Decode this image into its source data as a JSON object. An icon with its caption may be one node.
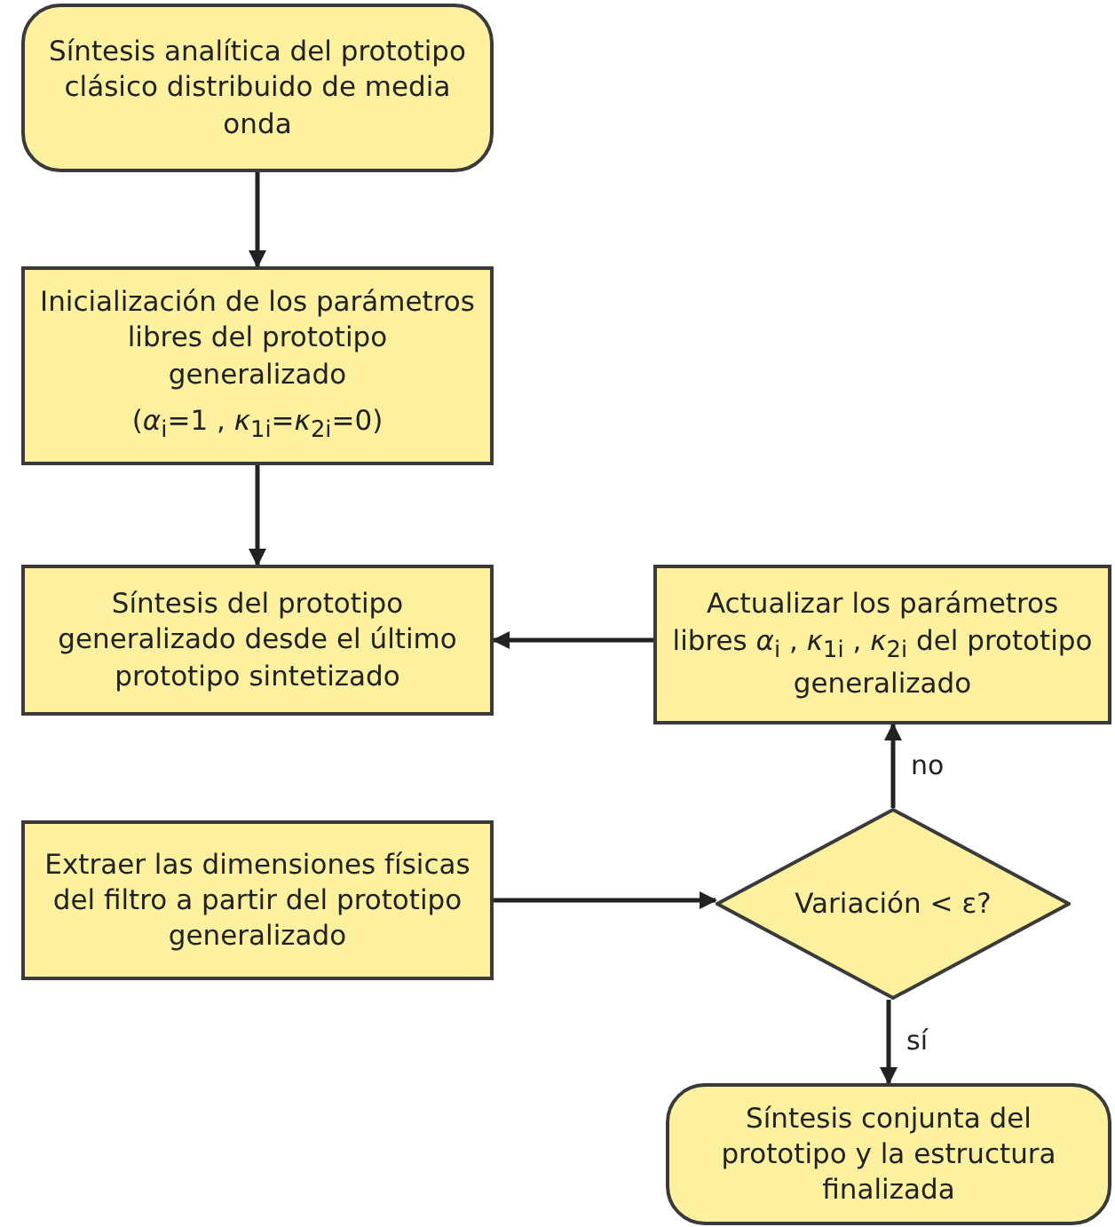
{
  "diagram": {
    "nodes": [
      {
        "text": [
          "Síntesis analítica del prototipo clásico distribuido de media onda"
        ]
      },
      {
        "text": [
          "Inicialización de los parámetros  libres del prototipo generalizado",
          "(*α*$_{i}$=1 , *κ*$_{1i}$=*κ*$_{2i}$=0)"
        ]
      },
      {
        "text": [
          "Síntesis del prototipo generalizado desde el último prototipo sintetizado"
        ]
      },
      {
        "text": [
          "Actualizar los parámetros libres *α*$_{i}$ , *κ*$_{1i}$ , *κ*$_{2i}$ del prototipo generalizado"
        ]
      },
      {
        "text": [
          "Extraer las dimensiones físicas del filtro a partir del prototipo generalizado"
        ]
      },
      {
        "text": [
          "Variación < ε?"
        ]
      },
      {
        "text": [
          "Síntesis conjunta del prototipo y la estructura finalizada"
        ]
      }
    ],
    "edges": [
      {
        "from": 0,
        "to": 1,
        "arrow": "to"
      },
      {
        "from": 1,
        "to": 2,
        "arrow": "to"
      },
      {
        "from": 3,
        "to": 2,
        "arrow": "to"
      },
      {
        "from": 4,
        "to": 5,
        "arrow": "to"
      },
      {
        "from": 5,
        "to": 3,
        "arrow": "to",
        "label": "no"
      },
      {
        "from": 5,
        "to": 6,
        "arrow": "to",
        "label": "sí"
      }
    ]
  }
}
